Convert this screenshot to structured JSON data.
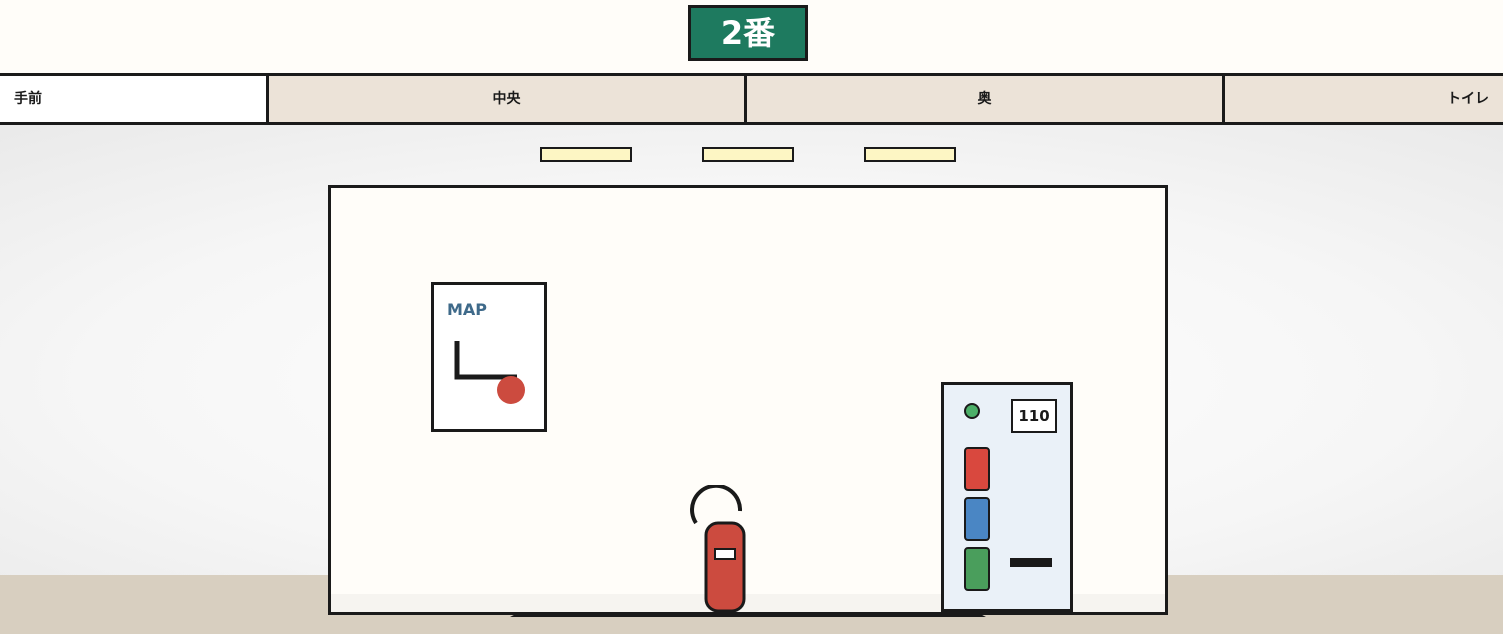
{
  "header": {
    "badge_label": "2番",
    "badge_color": "#1e7a5f"
  },
  "tabs": [
    {
      "label": "手前",
      "active": true
    },
    {
      "label": "中央",
      "active": false
    },
    {
      "label": "奥",
      "active": false
    },
    {
      "label": "トイレ",
      "active": false
    }
  ],
  "scene": {
    "lights_count": 3,
    "poster": {
      "label": "MAP",
      "marker_color": "#cc4b3f"
    },
    "extinguisher": {
      "body_color": "#cc4b3f"
    },
    "vending_machine": {
      "number": "110",
      "indicator_color": "#4caf68",
      "buttons": [
        {
          "color": "#d9483e"
        },
        {
          "color": "#4a86c4"
        },
        {
          "color": "#4a9e5c"
        }
      ]
    }
  }
}
